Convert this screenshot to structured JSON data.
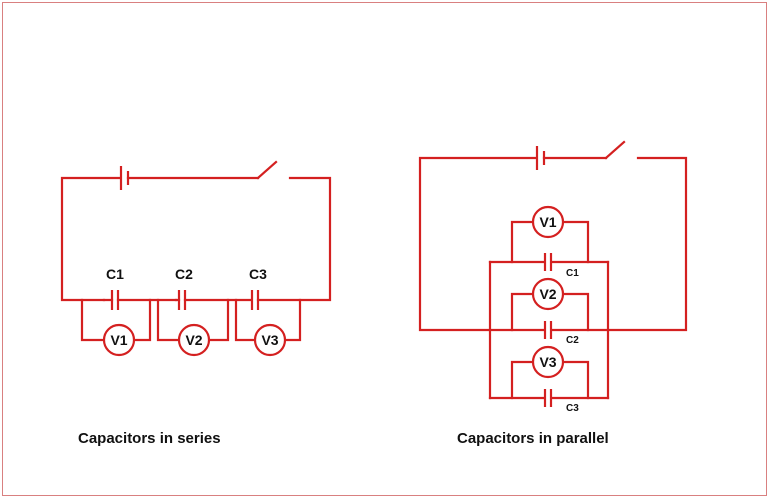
{
  "series_circuit": {
    "caption": "Capacitors in series",
    "capacitors": [
      "C1",
      "C2",
      "C3"
    ],
    "voltmeters": [
      "V1",
      "V2",
      "V3"
    ]
  },
  "parallel_circuit": {
    "caption": "Capacitors in parallel",
    "capacitors": [
      "C1",
      "C2",
      "C3"
    ],
    "voltmeters": [
      "V1",
      "V2",
      "V3"
    ]
  },
  "colors": {
    "wire": "#d42020",
    "frame": "#d98080",
    "text": "#111111"
  }
}
